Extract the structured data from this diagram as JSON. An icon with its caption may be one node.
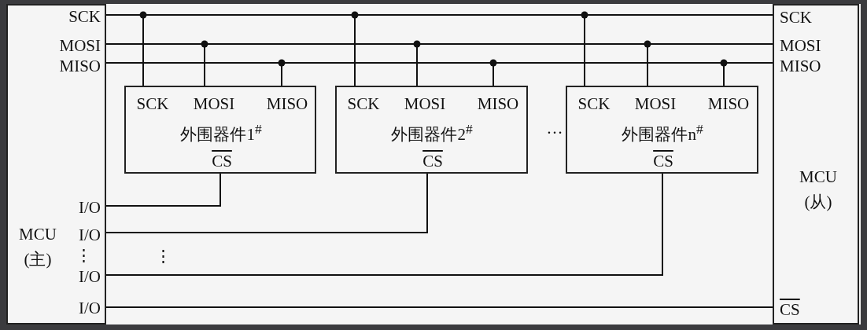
{
  "diagram": {
    "nodes": [
      {
        "text": [
          "SCK",
          "MOSI",
          "MISO",
          "I/O",
          "MCU (主)",
          "I/O",
          "⋮",
          "I/O",
          "I/O"
        ]
      },
      {
        "text": [
          "SCK",
          "MOSI",
          "MISO",
          "外围器件1$^{#}$",
          "CS"
        ]
      },
      {
        "text": [
          "SCK",
          "MOSI",
          "MISO",
          "外围器件2$^{#}$",
          "CS"
        ]
      },
      {
        "text": [
          "SCK",
          "MOSI",
          "MISO",
          "外围器件n$^{#}$",
          "CS"
        ]
      },
      {
        "text": [
          "SCK",
          "MOSI",
          "MISO",
          "MCU (从)",
          "CS"
        ]
      }
    ],
    "edges": [
      {
        "from": 0,
        "to": 1,
        "arrow": "none"
      },
      {
        "from": 0,
        "to": 2,
        "arrow": "none"
      },
      {
        "from": 0,
        "to": 3,
        "arrow": "none"
      },
      {
        "from": 0,
        "to": 4,
        "arrow": "none"
      },
      {
        "from": 0,
        "to": 1,
        "arrow": "none"
      },
      {
        "from": 0,
        "to": 2,
        "arrow": "none"
      },
      {
        "from": 0,
        "to": 3,
        "arrow": "none"
      },
      {
        "from": 0,
        "to": 4,
        "arrow": "none"
      },
      {
        "from": 0,
        "to": 1,
        "arrow": "none"
      },
      {
        "from": 0,
        "to": 2,
        "arrow": "none"
      },
      {
        "from": 0,
        "to": 3,
        "arrow": "none"
      },
      {
        "from": 0,
        "to": 4,
        "arrow": "none"
      },
      {
        "from": 0,
        "to": 1,
        "arrow": "none"
      },
      {
        "from": 0,
        "to": 2,
        "arrow": "none"
      },
      {
        "from": 0,
        "to": 3,
        "arrow": "none"
      },
      {
        "from": 0,
        "to": 4,
        "arrow": "none"
      }
    ],
    "labels": [
      "…",
      "⋮"
    ]
  }
}
